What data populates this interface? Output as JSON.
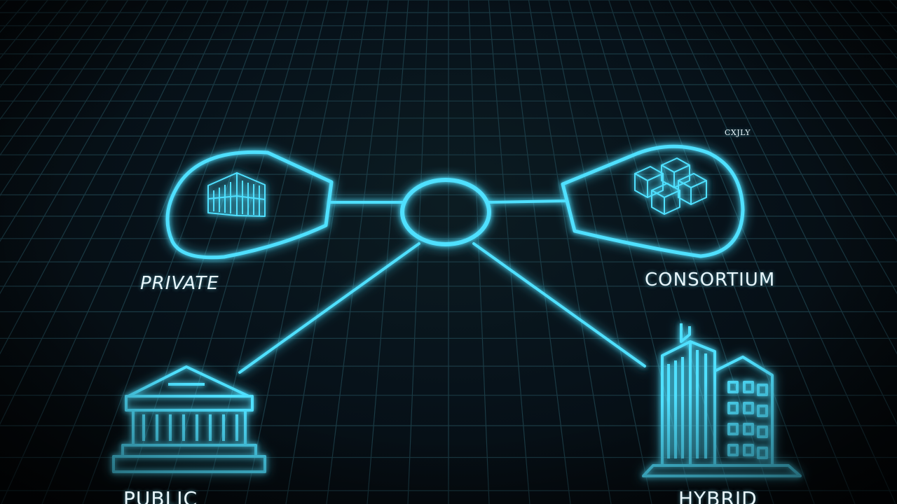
{
  "diagram": {
    "nodes": {
      "private": {
        "label": "PRIVATE",
        "icon": "office-building-icon"
      },
      "consortium": {
        "label": "CONSORTIUM",
        "icon": "stacked-cubes-icon"
      },
      "public": {
        "label": "PUBLIC",
        "icon": "classical-building-icon"
      },
      "hybrid": {
        "label": "HYBRID",
        "icon": "skyscraper-icon"
      },
      "hub": {
        "icon": "hub-ring-icon"
      }
    },
    "small_text": "CXJLY"
  },
  "colors": {
    "accent": "#4fe0ff",
    "grid": "#1a3a44",
    "background": "#05090c",
    "label": "#e8f6fb"
  }
}
